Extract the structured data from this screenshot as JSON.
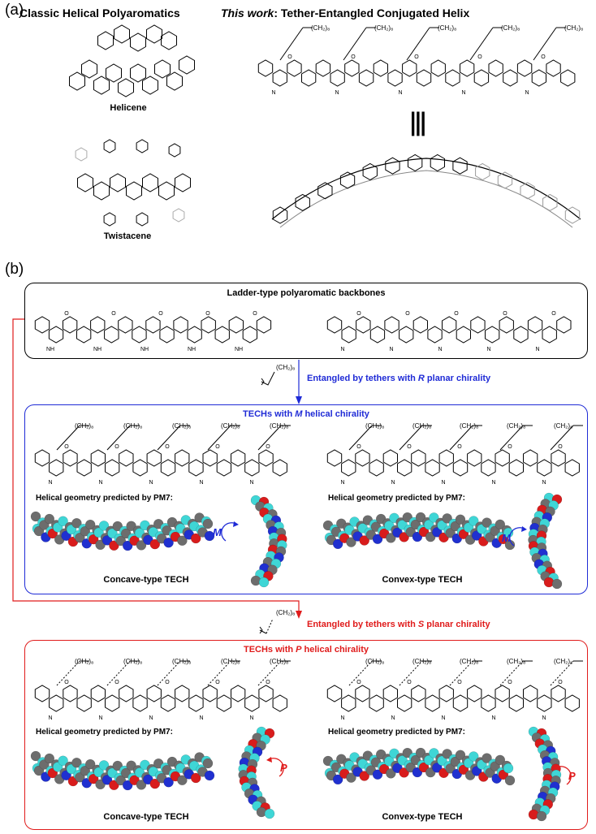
{
  "panel_a": {
    "letter": "(a)",
    "left_title": "Classic Helical Polyaromatics",
    "right_title_italic": "This work",
    "right_title_rest": ": Tether-Entangled Conjugated Helix",
    "helicene_label": "Helicene",
    "twistacene_label": "Twistacene",
    "tether": "(CH₂)₈",
    "equiv_symbol": "|||"
  },
  "panel_b": {
    "letter": "(b)",
    "backbone_title": "Ladder-type polyaromatic backbones",
    "arrow_r_text_a": "Entangled by tethers with ",
    "arrow_r_text_b": "R",
    "arrow_r_text_c": " planar chirality",
    "arrow_s_text_a": "Entangled by tethers with ",
    "arrow_s_text_b": "S",
    "arrow_s_text_c": " planar chirality",
    "m_title_a": "TECHs with ",
    "m_title_b": "M",
    "m_title_c": " helical chirality",
    "p_title_a": "TECHs with ",
    "p_title_b": "P",
    "p_title_c": " helical chirality",
    "geometry_label": "Helical geometry predicted by PM7:",
    "concave_label": "Concave-type TECH",
    "convex_label": "Convex-type TECH",
    "m_symbol": "M",
    "p_symbol": "P",
    "tether": "(CH₂)₈",
    "arrow_tether": "(CH₂)₈"
  },
  "colors": {
    "blue": "#1f2bd6",
    "red": "#e01b1b",
    "carbon": "#6d6d6d",
    "hydrogen": "#3fd6d6",
    "oxygen": "#d81c1c",
    "nitrogen": "#2030d0"
  }
}
